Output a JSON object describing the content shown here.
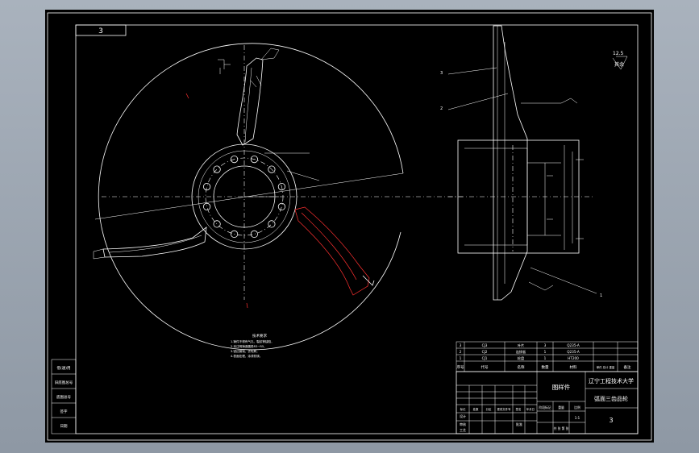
{
  "drawing": {
    "sheet_code": "3",
    "roughness_value": "12.5",
    "roughness_label": "其余",
    "leaders": [
      "3",
      "2",
      "1"
    ],
    "tech_notes_title": "技术要求",
    "tech_notes": [
      "1.铸件不得有气孔、裂纹等缺陷，",
      "2.未注明铸造圆角R3~R5，",
      "3.锐边倒钝，去毛刺，",
      "4.表面处理，涂漆防锈。"
    ]
  },
  "parts_list": {
    "rows": [
      {
        "no": "3",
        "code": "CJ3",
        "name": "叶片",
        "qty": "3",
        "material": "Q235-A"
      },
      {
        "no": "2",
        "code": "CJ2",
        "name": "连接板",
        "qty": "1",
        "material": "Q235-A"
      },
      {
        "no": "1",
        "code": "CJ1",
        "name": "轮盘",
        "qty": "1",
        "material": "HT200"
      }
    ],
    "headers": {
      "no": "序号",
      "code": "代号",
      "name": "名称",
      "qty": "数量",
      "material": "材料",
      "weight": "单件 总计 重量",
      "remark": "备注"
    }
  },
  "title_block": {
    "drawing_type": "图样件",
    "school": "辽宁工程技术大学",
    "part_name": "弧面三齿品轮",
    "sheet_no": "3",
    "rev_labels": [
      "标记",
      "处数",
      "分区",
      "更改文件号",
      "签名",
      "年月日"
    ],
    "stage_labels": [
      "阶段标记",
      "重量",
      "比例"
    ],
    "designer_label": "设计",
    "checker_label": "审核",
    "process_label": "工艺",
    "approve_label": "批准",
    "sheet_label": "共 张 第 张",
    "scale_value": "1:1"
  },
  "side_stamp": {
    "labels": [
      "借(通)用",
      "旧底图总号",
      "底图总号",
      "签字",
      "日期"
    ]
  }
}
